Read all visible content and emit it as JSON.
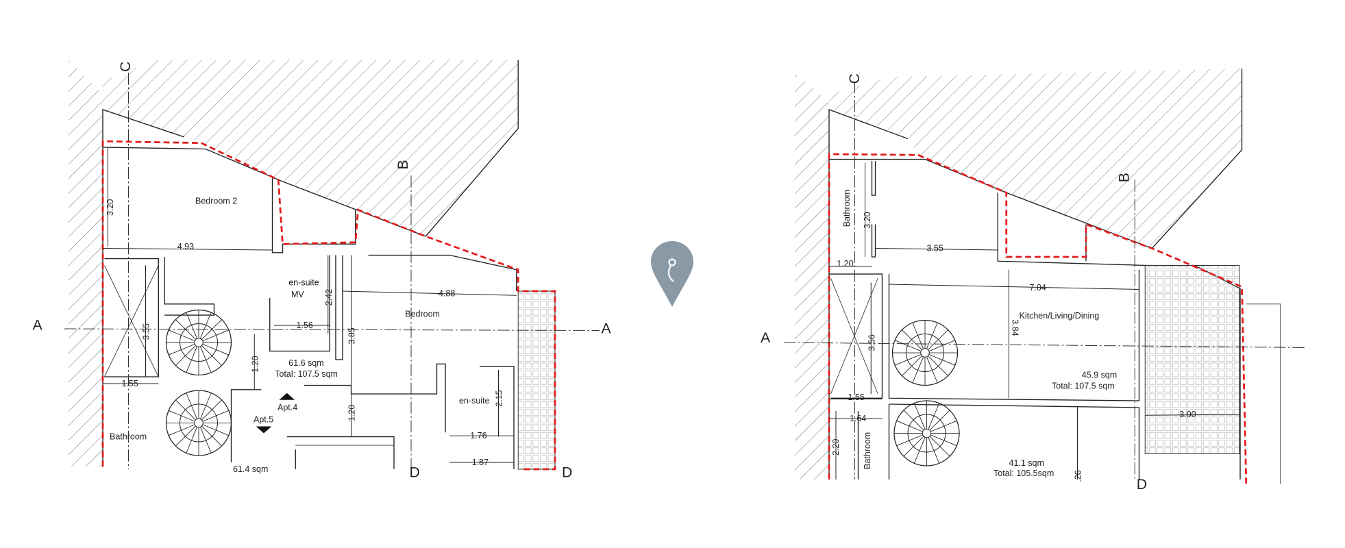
{
  "left_plan": {
    "section_marks": {
      "c": "C",
      "b": "B",
      "a_left": "A",
      "a_right": "A",
      "d_left": "D",
      "d_right": "D"
    },
    "rooms": {
      "bedroom2": "Bedroom 2",
      "ensuite_mv_1": "en-suite",
      "ensuite_mv_2": "MV",
      "bedroom": "Bedroom",
      "bathroom": "Bathroom",
      "ensuite": "en-suite"
    },
    "dimensions": {
      "d320": "3.20",
      "d493": "4.93",
      "d242": "2.42",
      "d488": "4.88",
      "d156": "1.56",
      "d385": "3.85",
      "d355": "3.55",
      "d120a": "1.20",
      "d155": "1.55",
      "d120b": "1.20",
      "d215": "2.15",
      "d176": "1.76",
      "d187": "1.87"
    },
    "area": "61.6 sqm",
    "total": "Total: 107.5 sqm",
    "apt_up": "Apt.4",
    "apt_down": "Apt.5",
    "cut_area": "61.4 sqm"
  },
  "right_plan": {
    "section_marks": {
      "c": "C",
      "b": "B",
      "a_left": "A",
      "d": "D"
    },
    "rooms": {
      "bathroom_top": "Bathroom",
      "kitchen": "Kitchen/Living/Dining",
      "bathroom_bottom": "Bathroom"
    },
    "dimensions": {
      "d320": "3.20",
      "d355": "3.55",
      "d120": "1.20",
      "d704": "7.04",
      "d384": "3.84",
      "d356": "3.56",
      "d155": "1.55",
      "d164": "1.64",
      "d300": "3.00",
      "d220": "2.20",
      "d26": ".26"
    },
    "area": "45.9 sqm",
    "total": "Total: 107.5 sqm",
    "area2": "41.1 sqm",
    "total2": "Total: 105.5sqm"
  },
  "colors": {
    "boundary": "#e31b1b",
    "pin": "#8a99a6"
  },
  "icons": {
    "center": "map-pin-icon"
  }
}
